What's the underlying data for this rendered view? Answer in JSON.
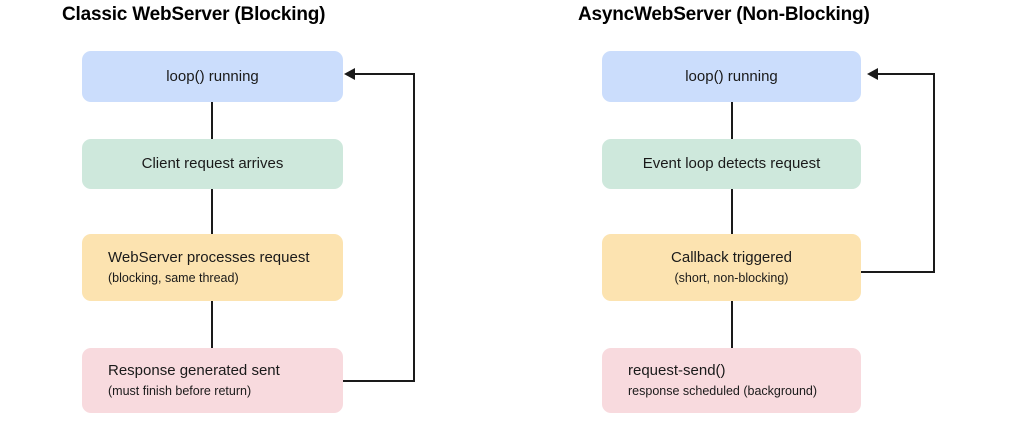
{
  "diagram": {
    "type": "flowchart-comparison",
    "background": "#ffffff",
    "columns": [
      {
        "id": "classic",
        "title": "Classic WebServer (Blocking)",
        "nodes": [
          {
            "id": "classic-loop",
            "title": "loop() running",
            "sub": "",
            "color": "#cbddfc",
            "align": "center"
          },
          {
            "id": "classic-request",
            "title": "Client request arrives",
            "sub": "",
            "color": "#cee8dc",
            "align": "center"
          },
          {
            "id": "classic-process",
            "title": "WebServer processes request",
            "sub": "(blocking, same thread)",
            "color": "#fce3b0",
            "align": "left"
          },
          {
            "id": "classic-response",
            "title": "Response generated sent",
            "sub": "(must finish before return)",
            "color": "#f8dade",
            "align": "left"
          }
        ],
        "feedback_from": "classic-response",
        "feedback_to": "classic-loop"
      },
      {
        "id": "async",
        "title": "AsyncWebServer (Non-Blocking)",
        "nodes": [
          {
            "id": "async-loop",
            "title": "loop() running",
            "sub": "",
            "color": "#cbddfc",
            "align": "center"
          },
          {
            "id": "async-detect",
            "title": "Event loop detects request",
            "sub": "",
            "color": "#cee8dc",
            "align": "center"
          },
          {
            "id": "async-callback",
            "title": "Callback triggered",
            "sub": "(short, non-blocking)",
            "color": "#fce3b0",
            "align": "center"
          },
          {
            "id": "async-send",
            "title": "request-send()",
            "sub": "response scheduled (background)",
            "color": "#f8dade",
            "align": "left"
          }
        ],
        "feedback_from": "async-callback",
        "feedback_to": "async-loop"
      }
    ],
    "connector_color": "#1a1a1a"
  }
}
